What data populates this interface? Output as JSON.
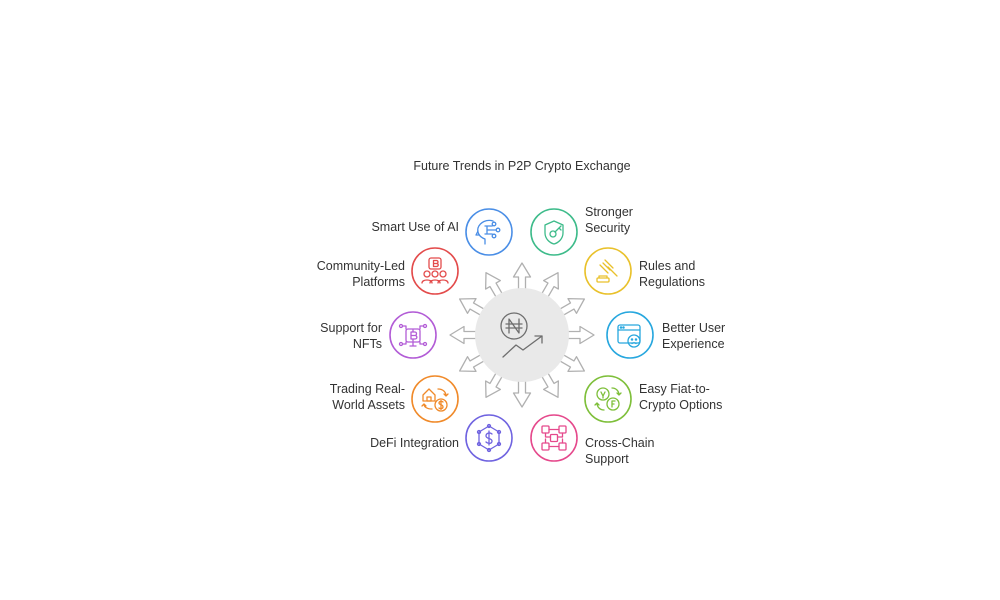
{
  "title": "Future Trends in P2P Crypto Exchange",
  "hub": {
    "icon": "naira-currency-trend-icon",
    "color": "#e9e9e9"
  },
  "trends": [
    {
      "id": "stronger-security",
      "lines": [
        "Stronger",
        "Security"
      ],
      "icon": "shield-key-icon",
      "color": "#3dbb8a"
    },
    {
      "id": "rules-and-regulations",
      "lines": [
        "Rules and",
        "Regulations"
      ],
      "icon": "gavel-icon",
      "color": "#e9c12b"
    },
    {
      "id": "better-user-experience",
      "lines": [
        "Better User",
        "Experience"
      ],
      "icon": "browser-face-icon",
      "color": "#27a7de"
    },
    {
      "id": "easy-fiat-to-crypto",
      "lines": [
        "Easy Fiat-to-",
        "Crypto Options"
      ],
      "icon": "currency-exchange-icon",
      "color": "#7ebf3a"
    },
    {
      "id": "cross-chain-support",
      "lines": [
        "Cross-Chain",
        "Support"
      ],
      "icon": "linked-blocks-icon",
      "color": "#e5498c"
    },
    {
      "id": "defi-integration",
      "lines": [
        "DeFi Integration"
      ],
      "icon": "dollar-network-icon",
      "color": "#6f63e0"
    },
    {
      "id": "trading-real-world-assets",
      "lines": [
        "Trading Real-",
        "World Assets"
      ],
      "icon": "house-dollar-exchange-icon",
      "color": "#f08a2a"
    },
    {
      "id": "support-for-nfts",
      "lines": [
        "Support for",
        "NFTs"
      ],
      "icon": "bitcoin-network-icon",
      "color": "#b25cd6"
    },
    {
      "id": "community-led-platforms",
      "lines": [
        "Community-Led",
        "Platforms"
      ],
      "icon": "community-bitcoin-icon",
      "color": "#e34b4b"
    },
    {
      "id": "smart-use-of-ai",
      "lines": [
        "Smart Use of AI"
      ],
      "icon": "ai-head-icon",
      "color": "#4a8ee6"
    }
  ]
}
